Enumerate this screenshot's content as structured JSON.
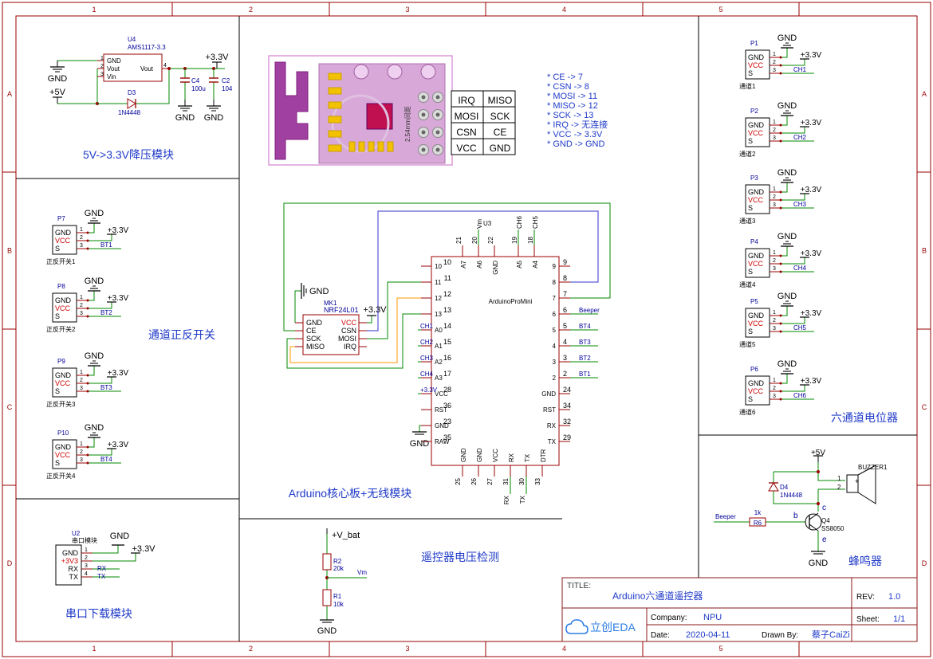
{
  "frame": {
    "columns": [
      "1",
      "2",
      "3",
      "4",
      "5"
    ],
    "rows": [
      "A",
      "B",
      "C",
      "D"
    ],
    "border_color": "#990000",
    "wire_color": "#008800",
    "label_blue": "#000099",
    "label_red": "#cc0000",
    "orange_wire": "#ff9900",
    "violet_wire": "#3333cc"
  },
  "sections": {
    "regulator": "5V->3.3V降压模块",
    "switches": "通道正反开关",
    "serial": "串口下载模块",
    "core": "Arduino核心板+无线模块",
    "voltage": "遥控器电压检测",
    "pots": "六通道电位器",
    "buzzer": "蜂鸣器"
  },
  "regulator": {
    "u4_ref": "U4",
    "u4_part": "AMS1117-3.3",
    "pins_left": [
      "GND",
      "Vout",
      "Vin"
    ],
    "pin_right": "Vout",
    "pin_nums_left": [
      "1",
      "2",
      "3"
    ],
    "pin_num_right": "4",
    "gnd": "GND",
    "v5": "+5V",
    "v33": "+3.3V",
    "d3_ref": "D3",
    "d3_part": "1N4448",
    "c4_ref": "C4",
    "c4_val": "100u",
    "c2_ref": "C2",
    "c2_val": "104"
  },
  "nrf_photo": {
    "pin_labels": [
      [
        "IRQ",
        "MISO"
      ],
      [
        "MOSI",
        "SCK"
      ],
      [
        "CSN",
        "CE"
      ],
      [
        "VCC",
        "GND"
      ]
    ],
    "pitch_label": "2.54mm间距"
  },
  "pin_map": [
    "* CE    -> 7",
    "* CSN   -> 8",
    "* MOSI  -> 11",
    "* MISO  -> 12",
    "* SCK   -> 13",
    "* IRQ   -> 无连接",
    "* VCC   -> 3.3V",
    "* GND   -> GND"
  ],
  "switch_parts": [
    {
      "ref": "P7",
      "name": "正反开关1",
      "net": "BT1"
    },
    {
      "ref": "P8",
      "name": "正反开关2",
      "net": "BT2"
    },
    {
      "ref": "P9",
      "name": "正反开关3",
      "net": "BT3"
    },
    {
      "ref": "P10",
      "name": "正反开关4",
      "net": "BT4"
    }
  ],
  "pot_parts": [
    {
      "ref": "P1",
      "name": "通道1",
      "net": "CH1"
    },
    {
      "ref": "P2",
      "name": "通道2",
      "net": "CH2"
    },
    {
      "ref": "P3",
      "name": "通道3",
      "net": "CH3"
    },
    {
      "ref": "P4",
      "name": "通道4",
      "net": "CH4"
    },
    {
      "ref": "P5",
      "name": "通道5",
      "net": "CH5"
    },
    {
      "ref": "P6",
      "name": "通道6",
      "net": "CH6"
    }
  ],
  "conn_pins": [
    "GND",
    "VCC",
    "S"
  ],
  "conn_nums": [
    "1",
    "2",
    "3"
  ],
  "mk1": {
    "ref": "MK1",
    "part": "NRF24L01",
    "left": [
      "GND",
      "CE",
      "SCK",
      "MISO"
    ],
    "right": [
      "VCC",
      "CSN",
      "MOSI",
      "IRQ"
    ],
    "gnd": "GND",
    "v33": "+3.3V"
  },
  "u3": {
    "ref": "U3",
    "name": "ArduinoProMini",
    "top_pins": [
      {
        "num": "21",
        "name": "A7",
        "net": ""
      },
      {
        "num": "20",
        "name": "A6",
        "net": "Vm"
      },
      {
        "num": "22",
        "name": "GND",
        "net": ""
      },
      {
        "num": "19",
        "name": "A5",
        "net": "CH6"
      },
      {
        "num": "18",
        "name": "A4",
        "net": "CH5"
      }
    ],
    "left_pins": [
      {
        "num": "10",
        "name": "10",
        "net": ""
      },
      {
        "num": "11",
        "name": "11",
        "net": ""
      },
      {
        "num": "12",
        "name": "12",
        "net": ""
      },
      {
        "num": "13",
        "name": "13",
        "net": ""
      },
      {
        "num": "14",
        "name": "A0",
        "net": "CH1"
      },
      {
        "num": "15",
        "name": "A1",
        "net": "CH2"
      },
      {
        "num": "16",
        "name": "A2",
        "net": "CH3"
      },
      {
        "num": "17",
        "name": "A3",
        "net": "CH4"
      },
      {
        "num": "28",
        "name": "VCC",
        "net": "+3.3V"
      },
      {
        "num": "36",
        "name": "RST",
        "net": ""
      },
      {
        "num": "23",
        "name": "GND",
        "net": ""
      },
      {
        "num": "35",
        "name": "RAW",
        "net": ""
      }
    ],
    "right_pins": [
      {
        "num": "9",
        "name": "9",
        "net": ""
      },
      {
        "num": "8",
        "name": "8",
        "net": ""
      },
      {
        "num": "7",
        "name": "7",
        "net": ""
      },
      {
        "num": "6",
        "name": "6",
        "net": "Beeper"
      },
      {
        "num": "5",
        "name": "5",
        "net": "BT4"
      },
      {
        "num": "4",
        "name": "4",
        "net": "BT3"
      },
      {
        "num": "3",
        "name": "3",
        "net": "BT2"
      },
      {
        "num": "2",
        "name": "2",
        "net": "BT1"
      },
      {
        "num": "24",
        "name": "GND",
        "net": ""
      },
      {
        "num": "34",
        "name": "RST",
        "net": ""
      },
      {
        "num": "32",
        "name": "RX",
        "net": ""
      },
      {
        "num": "29",
        "name": "TX",
        "net": ""
      }
    ],
    "bottom_pins": [
      {
        "num": "25",
        "name": "GND",
        "net": ""
      },
      {
        "num": "26",
        "name": "GND",
        "net": ""
      },
      {
        "num": "27",
        "name": "VCC",
        "net": ""
      },
      {
        "num": "31",
        "name": "RX",
        "net": "RX"
      },
      {
        "num": "30",
        "name": "TX",
        "net": "TX"
      },
      {
        "num": "33",
        "name": "DTR",
        "net": ""
      }
    ],
    "gnd": "GND"
  },
  "u2": {
    "ref": "U2",
    "name": "串口模块",
    "pins": [
      "GND",
      "+3V3",
      "RX",
      "TX"
    ],
    "nums": [
      "1",
      "2",
      "3",
      "4"
    ],
    "nets": [
      "",
      "",
      "RX",
      "TX"
    ],
    "gnd": "GND",
    "v33": "+3.3V"
  },
  "divider": {
    "vbat": "+V_bat",
    "r2_ref": "R2",
    "r2_val": "20k",
    "r1_ref": "R1",
    "r1_val": "10k",
    "net": "Vm",
    "gnd": "GND"
  },
  "buzzer": {
    "v5": "+5V",
    "ref": "BUZZER1",
    "d4_ref": "D4",
    "d4_part": "1N4448",
    "r6_ref": "R6",
    "r6_val": "1k",
    "q4_ref": "Q4",
    "q4_part": "SS8050",
    "net": "Beeper",
    "b": "b",
    "c": "c",
    "e": "e",
    "gnd": "GND",
    "pin1": "1",
    "pin2": "2",
    "plus": "+"
  },
  "title_block": {
    "title_label": "TITLE:",
    "title": "Arduino六通道遥控器",
    "rev_label": "REV:",
    "rev": "1.0",
    "company_label": "Company:",
    "company": "NPU",
    "sheet_label": "Sheet:",
    "sheet": "1/1",
    "date_label": "Date:",
    "date": "2020-04-11",
    "drawn_label": "Drawn By:",
    "drawn": "蔡子CaiZi",
    "logo_text": "立创EDA"
  }
}
